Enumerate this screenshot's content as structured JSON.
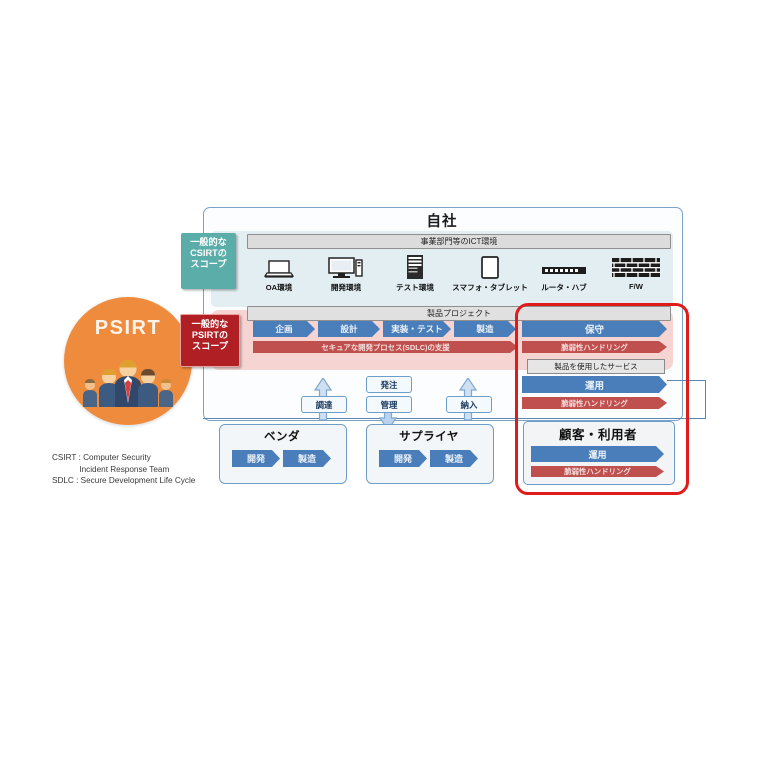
{
  "psirt_circle": {
    "label": "PSIRT",
    "color": "#ef8b3c",
    "icon": "people-group-icon"
  },
  "legend": {
    "text": "CSIRT : Computer Security\n            Incident Response Team\nSDLC : Secure Development Life Cycle"
  },
  "scope_badges": {
    "csirt": {
      "lines": "一般的な\nCSIRTの\nスコープ",
      "color": "#5aada8"
    },
    "psirt": {
      "lines": "一般的な\nPSIRTの\nスコープ",
      "color": "#b01f24"
    }
  },
  "company": {
    "title": "自社",
    "ict": {
      "band_label": "事業部門等のICT環境",
      "items": [
        {
          "label": "OA環境",
          "icon": "laptop-icon"
        },
        {
          "label": "開発環境",
          "icon": "desktop-pc-icon"
        },
        {
          "label": "テスト環境",
          "icon": "server-rack-icon"
        },
        {
          "label": "スマフォ・タブレット",
          "icon": "tablet-icon"
        },
        {
          "label": "ルータ・ハブ",
          "icon": "router-icon"
        },
        {
          "label": "F/W",
          "icon": "firewall-brick-icon"
        }
      ]
    },
    "product_project": {
      "band_label": "製品プロジェクト",
      "phases": [
        "企画",
        "設計",
        "実装・テスト",
        "製造"
      ],
      "maintenance": "保守",
      "sdlc_support": "セキュアな開発プロセス(SDLC)の支援",
      "vuln_handling": "脆弱性ハンドリング"
    },
    "service": {
      "band_label": "製品を使用したサービス",
      "operation": "運用",
      "vuln_handling": "脆弱性ハンドリング"
    }
  },
  "connectors": {
    "procurement": "調達",
    "order": "発注",
    "management": "管理",
    "delivery": "納入"
  },
  "vendor": {
    "title": "ベンダ",
    "steps": [
      "開発",
      "製造"
    ]
  },
  "supplier": {
    "title": "サプライヤ",
    "steps": [
      "開発",
      "製造"
    ]
  },
  "customer": {
    "title": "顧客・利用者",
    "operation": "運用",
    "vuln_handling": "脆弱性ハンドリング"
  },
  "colors": {
    "blue_chevron": "#4a7ebb",
    "red_chevron": "#c0504d",
    "pink_zone": "#f6d4d2",
    "ict_panel": "#e3eef3",
    "frame_border": "#7ba3c8",
    "highlight_outline": "#e01b1b",
    "orange": "#ef8b3c",
    "teal": "#5aada8",
    "dark_red": "#b01f24"
  }
}
